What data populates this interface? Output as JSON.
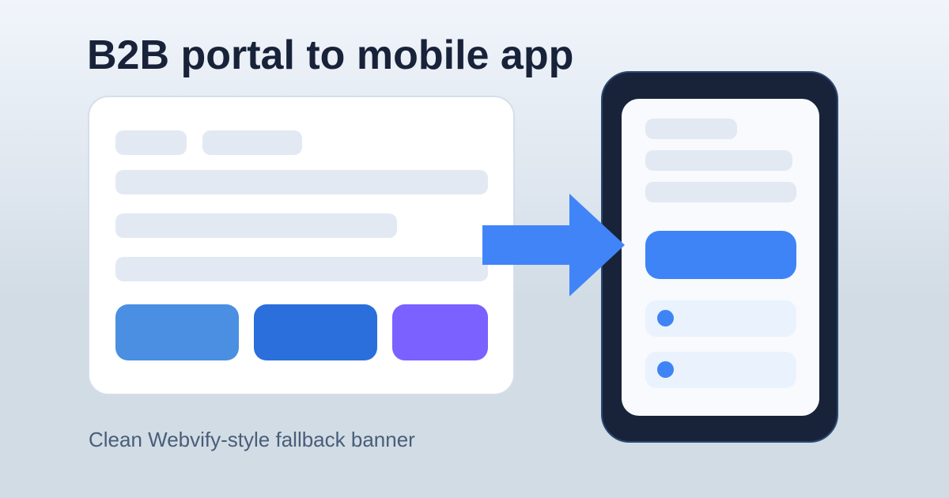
{
  "banner": {
    "title": "B2B portal to mobile app",
    "subtitle": "Clean Webvify-style fallback banner"
  },
  "portal_mockup": {
    "tabs": [
      "",
      ""
    ],
    "content_rows": 3,
    "buttons": [
      {
        "color": "#4a8fe2"
      },
      {
        "color": "#2a6fdc"
      },
      {
        "color": "#7b61ff"
      }
    ]
  },
  "arrow": {
    "icon": "arrow-right-icon",
    "color": "#4184f8"
  },
  "phone_mockup": {
    "header_rows": 3,
    "cta_color": "#3e84f6",
    "list_items": [
      {
        "icon": "dot-icon"
      },
      {
        "icon": "dot-icon"
      }
    ]
  },
  "colors": {
    "title": "#18233a",
    "subtitle": "#4a5d78",
    "skeleton": "#e2e9f3",
    "phone_frame": "#18233a"
  }
}
